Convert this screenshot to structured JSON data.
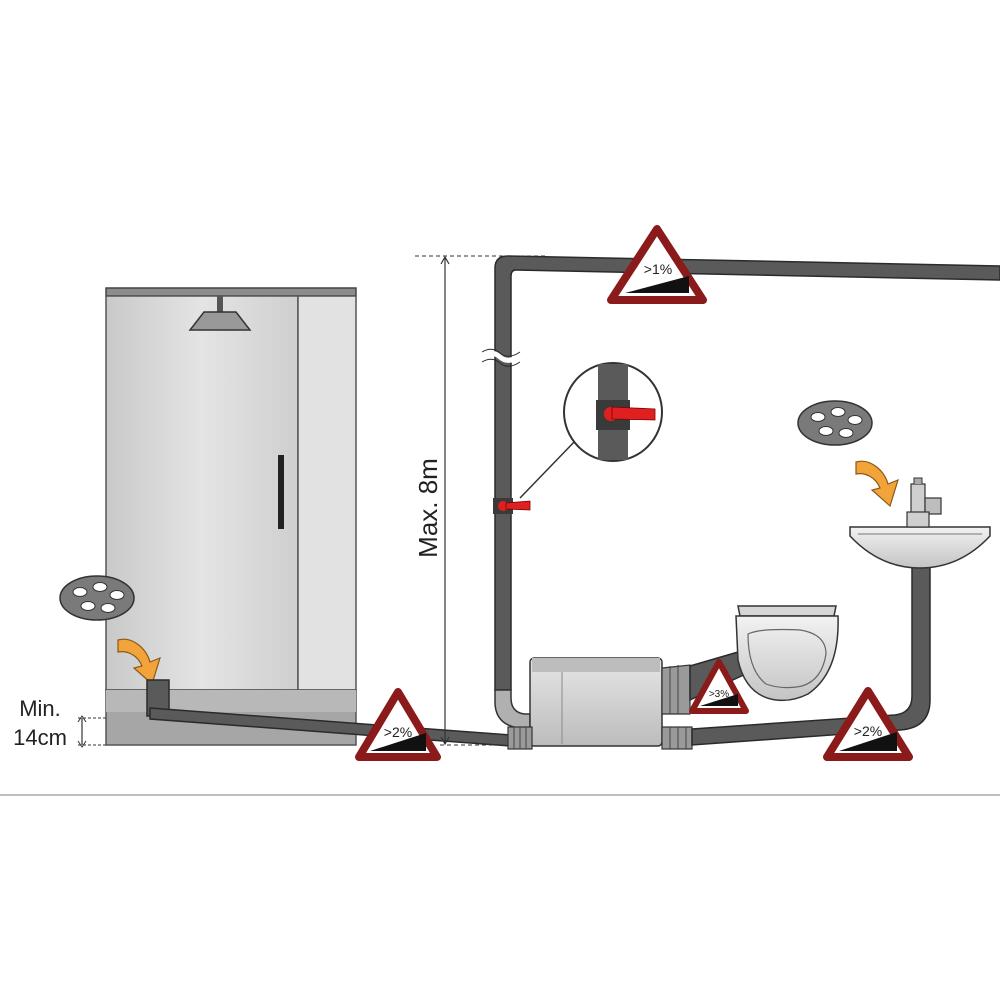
{
  "labels": {
    "vertical_height": "Max. 8m",
    "min_height_line1": "Min.",
    "min_height_line2": "14cm"
  },
  "slopes": {
    "top_pipe": ">1%",
    "shower_drain": ">2%",
    "toilet": ">3%",
    "sink_drain": ">2%"
  },
  "colors": {
    "pipe": "#5a5a5a",
    "pipe_outline": "#2a2a2a",
    "warning_border": "#8b1a1a",
    "valve_handle": "#e02020",
    "arrow": "#f2a33a",
    "drain_cover": "#7a7a7a",
    "shower_panel": "#d9d9d9",
    "unit_body": "#cfcfcf"
  },
  "icons": {
    "warning": "slope-warning-triangle-icon",
    "drain": "drain-cover-icon",
    "arrow": "curved-arrow-icon",
    "valve": "ball-valve-icon"
  }
}
